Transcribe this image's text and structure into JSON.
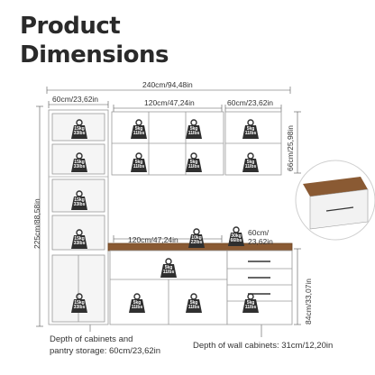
{
  "title": {
    "line1": "Product",
    "line2": "Dimensions"
  },
  "dimensions": {
    "total_width": "240cm/94,48in",
    "left_width": "60cm/23,62in",
    "middle_width": "120cm/47,24in",
    "right_width": "60cm/23,62in",
    "total_height": "225cm/88,58in",
    "wall_height": "66cm/25,98in",
    "counter_width": "120cm/47,24in",
    "lower_right_width_line1": "60cm/",
    "lower_right_width_line2": "23,62in",
    "base_height": "84cm/33,07in"
  },
  "weights": [
    {
      "kg": "15kg",
      "lbs": "33lbs"
    },
    {
      "kg": "15kg",
      "lbs": "33lbs"
    },
    {
      "kg": "15kg",
      "lbs": "33lbs"
    },
    {
      "kg": "15kg",
      "lbs": "33lbs"
    },
    {
      "kg": "5kg",
      "lbs": "11lbs"
    },
    {
      "kg": "5kg",
      "lbs": "11lbs"
    },
    {
      "kg": "5kg",
      "lbs": "11lbs"
    },
    {
      "kg": "5kg",
      "lbs": "11lbs"
    },
    {
      "kg": "5kg",
      "lbs": "11lbs"
    },
    {
      "kg": "5kg",
      "lbs": "11lbs"
    },
    {
      "kg": "10kg",
      "lbs": "22lbs"
    },
    {
      "kg": "30kg",
      "lbs": "66lbs"
    },
    {
      "kg": "5kg",
      "lbs": "11lbs"
    },
    {
      "kg": "5kg",
      "lbs": "11lbs"
    },
    {
      "kg": "5kg",
      "lbs": "11lbs"
    },
    {
      "kg": "15kg",
      "lbs": "33lbs"
    },
    {
      "kg": "5kg",
      "lbs": "11lbs"
    }
  ],
  "notes": {
    "depth_cabinets_line1": "Depth of cabinets and",
    "depth_cabinets_line2": "pantry storage: 60cm/23,62in",
    "depth_wall": "Depth of wall cabinets: 31cm/12,20in"
  },
  "colors": {
    "wood": "#8a5a33",
    "cabinet": "#ffffff",
    "outline": "#9a9a9a",
    "weight_icon": "#2f2f2f"
  }
}
